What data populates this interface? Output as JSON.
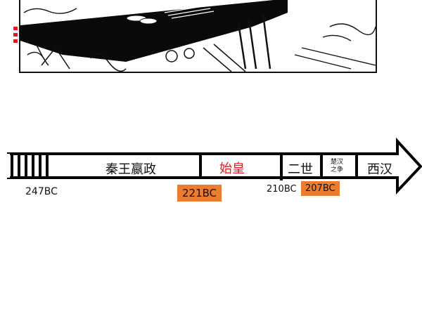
{
  "illustration": {
    "description": "black-and-white woodcut-style illustration of a low table with bamboo slips and furniture",
    "left_edge_mark_color": "#e8141e"
  },
  "timeline": {
    "segments": [
      {
        "label": "秦王嬴政",
        "color": "#111111"
      },
      {
        "label": "始皇",
        "color": "#e8141e"
      },
      {
        "label": "二世",
        "color": "#111111"
      },
      {
        "label_line1": "楚汉",
        "label_line2": "之争",
        "color": "#111111"
      },
      {
        "label": "西汉",
        "color": "#111111"
      }
    ],
    "dates": [
      {
        "label": "247BC",
        "highlighted": false
      },
      {
        "label": "221BC",
        "highlighted": true
      },
      {
        "label": "210BC",
        "highlighted": false
      },
      {
        "label": "207BC",
        "highlighted": true
      }
    ],
    "highlight_color": "#ec7c30"
  }
}
